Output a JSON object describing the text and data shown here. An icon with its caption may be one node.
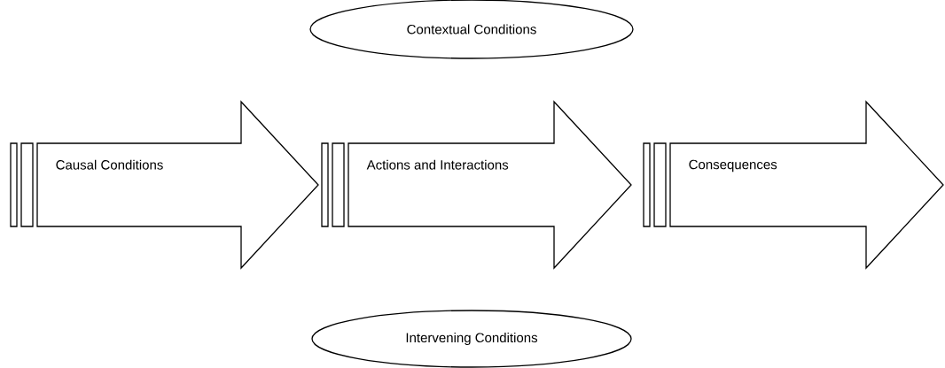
{
  "diagram": {
    "nodes": [
      {
        "text": [
          "Contextual Conditions"
        ]
      },
      {
        "text": [
          "Causal Conditions"
        ]
      },
      {
        "text": [
          "Actions and Interactions"
        ]
      },
      {
        "text": [
          "Consequences"
        ]
      },
      {
        "text": [
          "Intervening Conditions"
        ]
      }
    ]
  }
}
